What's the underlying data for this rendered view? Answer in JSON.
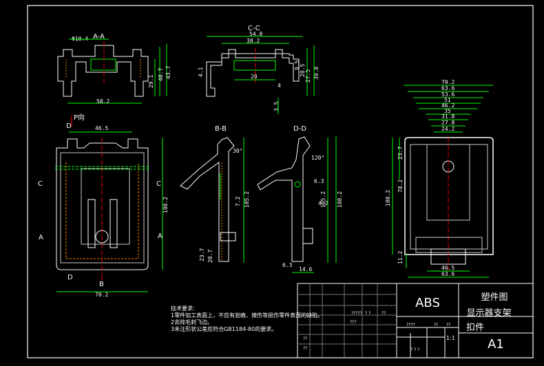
{
  "views": {
    "a_a": {
      "title": "A-A",
      "dia": "Φ10.4",
      "w": "58.2",
      "h1": "29.1",
      "h2": "40.7",
      "h3": "43.7"
    },
    "c_c": {
      "title": "C-C",
      "w1": "54.8",
      "w2": "38.2",
      "w3": "20",
      "h1": "4.1",
      "h2": "9.5",
      "h3": "28.5",
      "h4": "27.5",
      "h5": "39.8",
      "s1": "4",
      "s2": "3.5"
    },
    "p": {
      "dir": "P向"
    },
    "front": {
      "w_top": "46.5",
      "w_bot": "70.2",
      "h": "108.2",
      "marks": {
        "D": "D",
        "C": "C",
        "A": "A",
        "B": "B"
      }
    },
    "b_b": {
      "title": "B-B",
      "ang": "30°",
      "h1": "105.2",
      "h2": "7.2",
      "h3": "23.7",
      "h4": "20.7"
    },
    "d_d": {
      "title": "D-D",
      "ang": "120°",
      "h1": "105.2",
      "h2": "108.2",
      "s1": "6.3",
      "s2": "4.2",
      "s3": "6.3",
      "s4": "14.6"
    },
    "right": {
      "widths": [
        "70.2",
        "63.6",
        "53.6",
        "51",
        "46.2",
        "35",
        "31.8",
        "27.8",
        "24.2"
      ],
      "h1": "23.7",
      "h2": "78.2",
      "h3": "108.2",
      "h4": "11.2",
      "b1": "46.5",
      "b2": "63.6"
    }
  },
  "notes": {
    "title": "技术要求:",
    "items": [
      "1零件加工表面上，不应有划痕、擦伤等损伤零件表面的缺陷。",
      "2去除毛刺飞边。",
      "3未注形状公差应符合GB1184-80的要求。"
    ]
  },
  "title_block": {
    "material": "ABS",
    "drawing_type": "塑件图",
    "part_name_line1": "显示器支架",
    "part_name_line2": "扣件",
    "sheet_size": "A1",
    "scale": "1:1",
    "q": "??",
    "q3": "???",
    "q4": "????",
    "q5": "?????",
    "q_spaced": "? ?",
    "q_spaced3": "? ? ?"
  }
}
